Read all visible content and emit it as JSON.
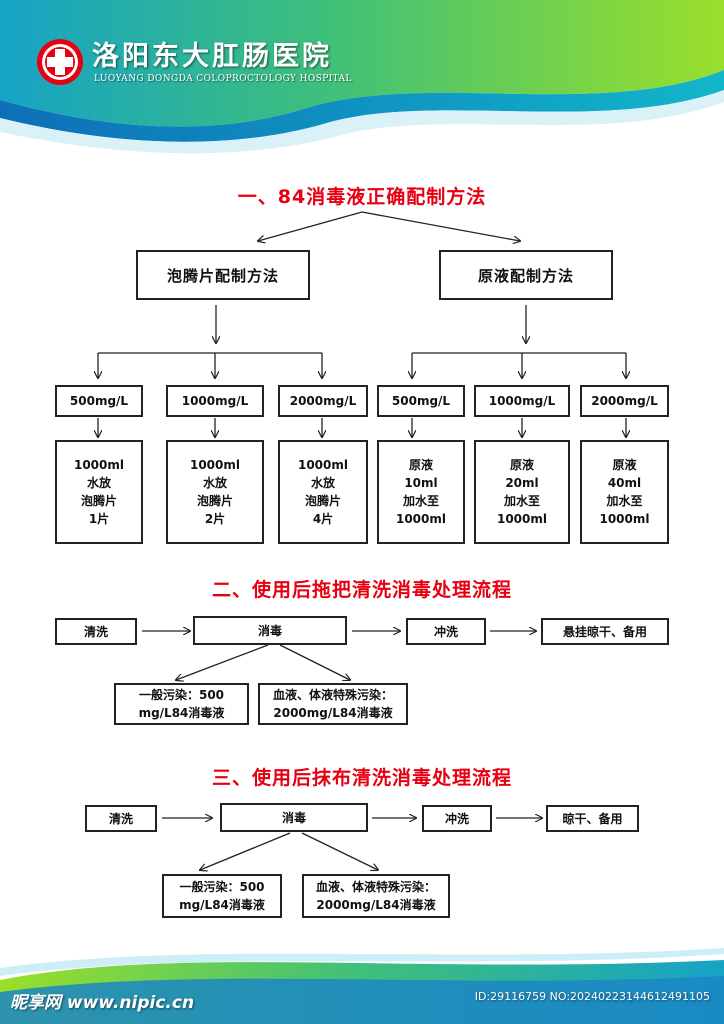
{
  "header": {
    "hospital_name": "洛阳东大肛肠医院",
    "hospital_name_en": "LUOYANG DONGDA COLOPROCTOLOGY HOSPITAL"
  },
  "section1": {
    "title": "一、84消毒液正确配制方法",
    "methods": [
      "泡腾片配制方法",
      "原液配制方法"
    ],
    "concentrations": [
      "500mg/L",
      "1000mg/L",
      "2000mg/L",
      "500mg/L",
      "1000mg/L",
      "2000mg/L"
    ],
    "details": [
      [
        "1000ml",
        "水放",
        "泡腾片",
        "1片"
      ],
      [
        "1000ml",
        "水放",
        "泡腾片",
        "2片"
      ],
      [
        "1000ml",
        "水放",
        "泡腾片",
        "4片"
      ],
      [
        "原液",
        "10ml",
        "加水至",
        "1000ml"
      ],
      [
        "原液",
        "20ml",
        "加水至",
        "1000ml"
      ],
      [
        "原液",
        "40ml",
        "加水至",
        "1000ml"
      ]
    ]
  },
  "section2": {
    "title": "二、使用后拖把清洗消毒处理流程",
    "steps": [
      "清洗",
      "消毒",
      "冲洗",
      "悬挂晾干、备用"
    ],
    "notes": [
      [
        "一般污染：500",
        "mg/L84消毒液"
      ],
      [
        "血液、体液特殊污染：",
        "2000mg/L84消毒液"
      ]
    ]
  },
  "section3": {
    "title": "三、使用后抹布清洗消毒处理流程",
    "steps": [
      "清洗",
      "消毒",
      "冲洗",
      "晾干、备用"
    ],
    "notes": [
      [
        "一般污染：500",
        "mg/L84消毒液"
      ],
      [
        "血液、体液特殊污染：",
        "2000mg/L84消毒液"
      ]
    ]
  },
  "footer": {
    "watermark_left": "昵享网 www.nipic.cn",
    "watermark_right": "ID:29116759 NO:20240223144612491105"
  },
  "colors": {
    "title_red": "#e60012",
    "logo_red": "#e60012",
    "wave_green": "#7ed321",
    "wave_blue": "#1e90c8",
    "box_border": "#222222"
  }
}
